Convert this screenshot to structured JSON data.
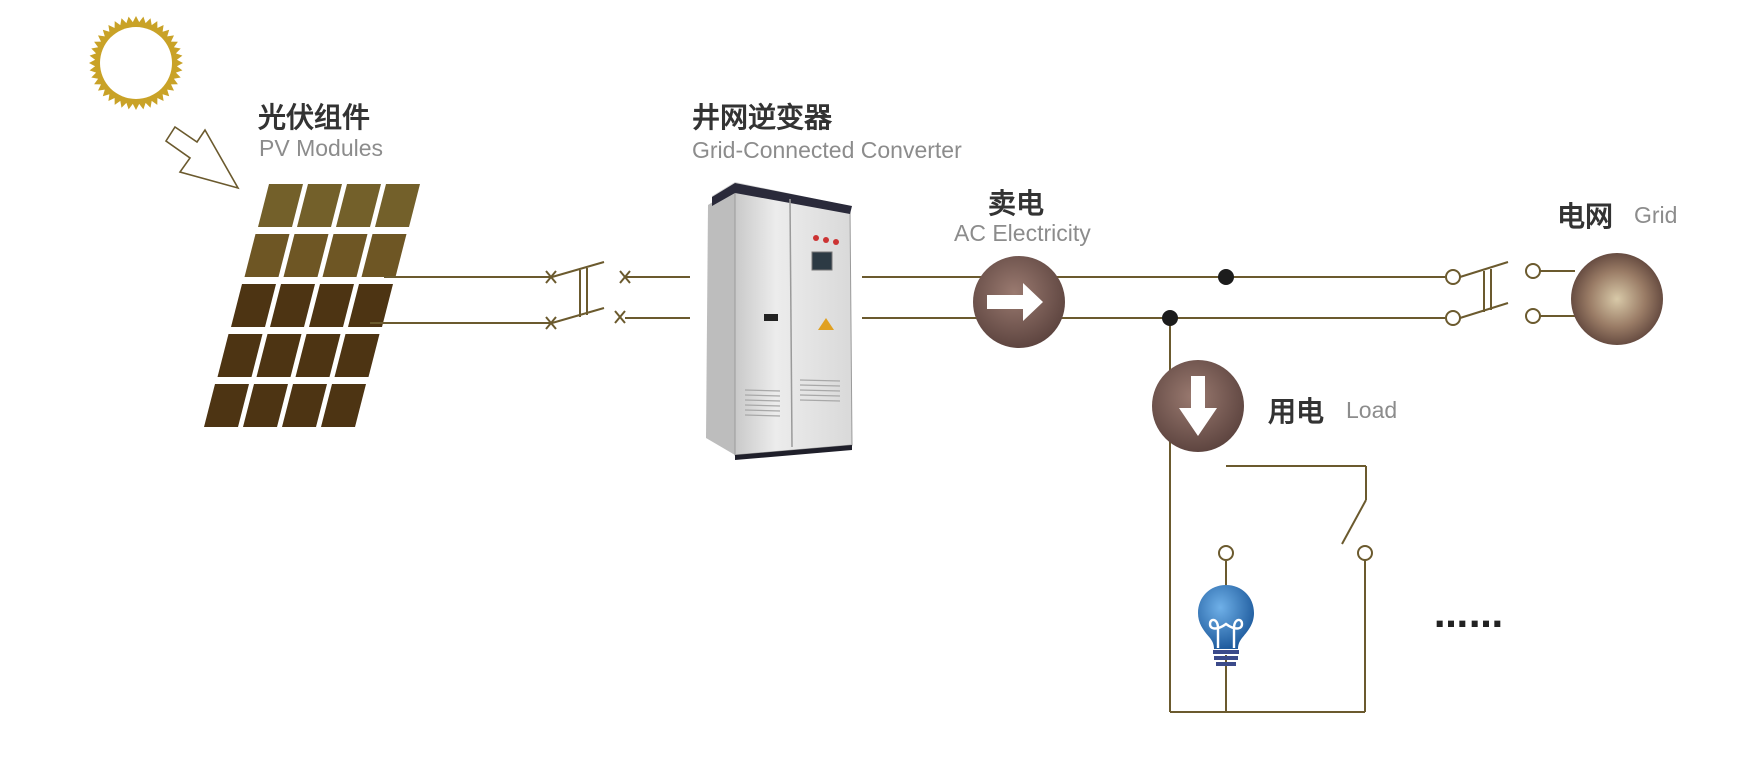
{
  "labels": {
    "pv_zh": "光伏组件",
    "pv_en": "PV Modules",
    "inverter_zh": "井网逆变器",
    "inverter_en": "Grid-Connected Converter",
    "ac_zh": "卖电",
    "ac_en": "AC Electricity",
    "grid_zh": "电网",
    "grid_en": "Grid",
    "load_zh": "用电",
    "load_en": "Load",
    "more": "……"
  },
  "colors": {
    "wire": "#6b5a2e",
    "sun": "#c9a227",
    "panel": "#6b5220",
    "node": "#7a5a52",
    "grid_core": "#c8b69a",
    "bulb": "#2a6fb5"
  },
  "icons": {
    "sun": "sun-icon",
    "arrow": "sunlight-arrow-icon",
    "panel": "solar-panel-icon",
    "inverter": "inverter-cabinet-icon",
    "bulb": "light-bulb-icon"
  }
}
